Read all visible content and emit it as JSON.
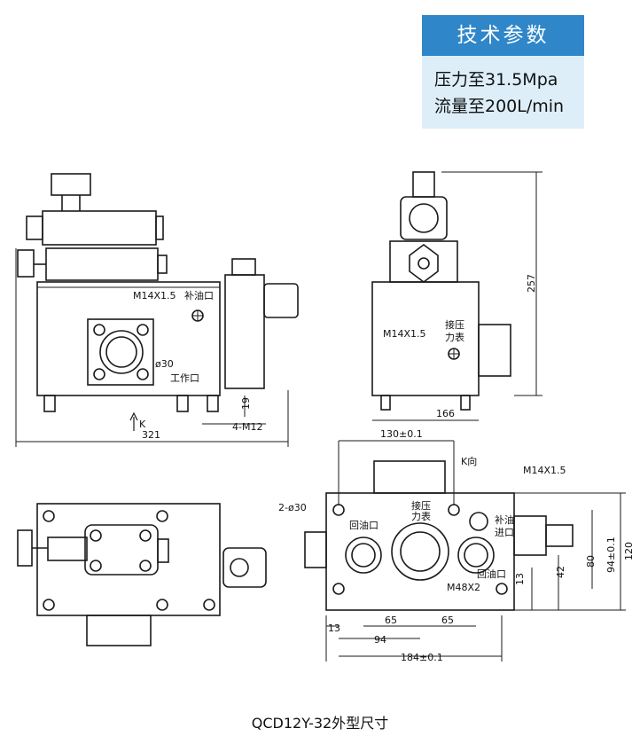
{
  "spec": {
    "title": "技术参数",
    "pressure": "压力至31.5Mpa",
    "flow": "流量至200L/min"
  },
  "caption": "QCD12Y-32外型尺寸",
  "labels": {
    "thread_m14": "M14X1.5",
    "fill_port": "补油口",
    "bore_30": "ø30",
    "work_port": "工作口",
    "dim_19": "19",
    "bolts_4m12": "4-M12",
    "k_arrow": "K",
    "dim_321": "321",
    "dim_257": "257",
    "gauge_1": "接压",
    "gauge_2": "力表",
    "dim_166": "166",
    "k_view": "K向",
    "dim_130": "130±0.1",
    "two_30": "2-ø30",
    "return_port": "回油口",
    "fill_in_1": "补油",
    "fill_in_2": "进口",
    "m48": "M48X2",
    "dim_13a": "13",
    "dim_13b": "13",
    "dim_65a": "65",
    "dim_65b": "65",
    "dim_94": "94",
    "dim_184": "184±0.1",
    "dim_80": "80",
    "dim_94b": "94±0.1",
    "dim_120": "120",
    "dim_42": "42"
  }
}
